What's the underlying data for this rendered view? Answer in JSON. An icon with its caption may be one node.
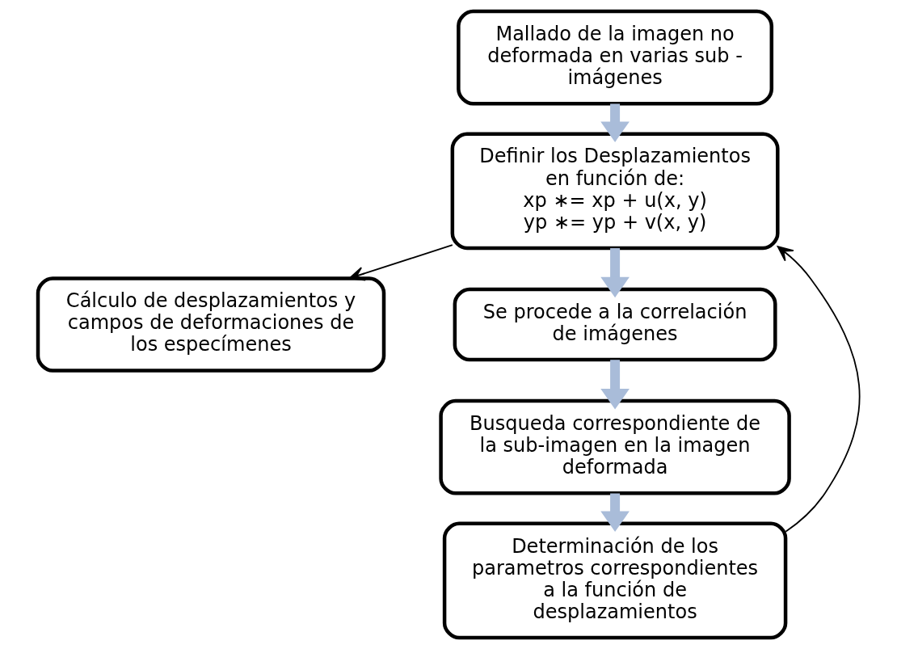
{
  "diagram": {
    "nodes": [
      {
        "text": [
          "Mallado de la imagen no deformada en varias sub - imágenes"
        ]
      },
      {
        "text": [
          "Definir los Desplazamientos en función de:",
          "xp ∗= xp + u(x, y)",
          "yp ∗= yp + v(x, y)"
        ]
      },
      {
        "text": [
          "Cálculo de desplazamientos y campos de deformaciones de los especímenes"
        ]
      },
      {
        "text": [
          "Se procede a la correlación de imágenes"
        ]
      },
      {
        "text": [
          "Busqueda correspondiente de  la sub-imagen en la imagen deformada"
        ]
      },
      {
        "text": [
          "Determinación de los parametros correspondientes a la función de desplazamientos"
        ]
      }
    ],
    "edges": [
      {
        "from": 0,
        "to": 1,
        "arrow": "to"
      },
      {
        "from": 1,
        "to": 2,
        "arrow": "to",
        "color": "#000000"
      },
      {
        "from": 5,
        "to": 1,
        "arrow": "to",
        "color": "#000000"
      },
      {
        "from": 1,
        "to": 3,
        "arrow": "to"
      },
      {
        "from": 3,
        "to": 4,
        "arrow": "to"
      },
      {
        "from": 4,
        "to": 5,
        "arrow": "to"
      }
    ]
  }
}
